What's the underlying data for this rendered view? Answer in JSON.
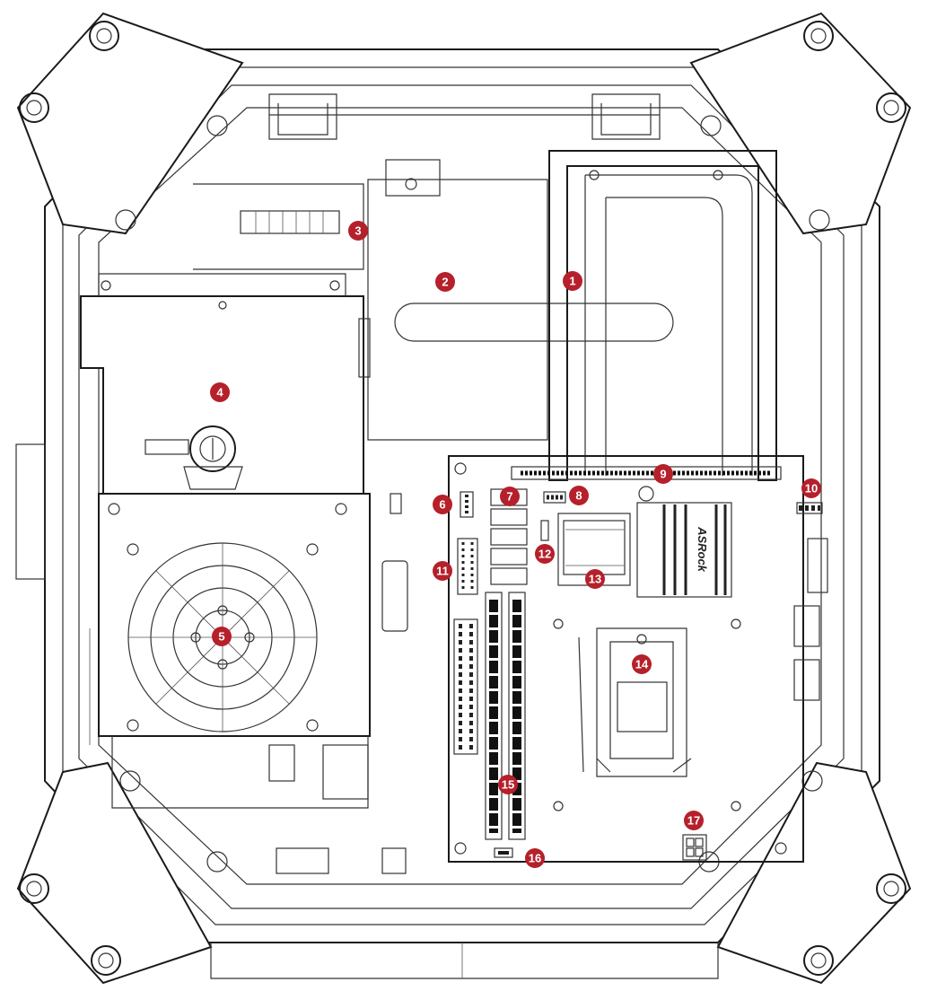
{
  "callouts": [
    {
      "label": "1"
    },
    {
      "label": "2"
    },
    {
      "label": "3"
    },
    {
      "label": "4"
    },
    {
      "label": "5"
    },
    {
      "label": "6"
    },
    {
      "label": "7"
    },
    {
      "label": "8"
    },
    {
      "label": "9"
    },
    {
      "label": "10"
    },
    {
      "label": "11"
    },
    {
      "label": "12"
    },
    {
      "label": "13"
    },
    {
      "label": "14"
    },
    {
      "label": "15"
    },
    {
      "label": "16"
    },
    {
      "label": "17"
    }
  ],
  "heatsink_brand": "ASRock",
  "colors": {
    "callout": "#b5202b",
    "line": "#1a1a1a",
    "background": "#ffffff"
  }
}
